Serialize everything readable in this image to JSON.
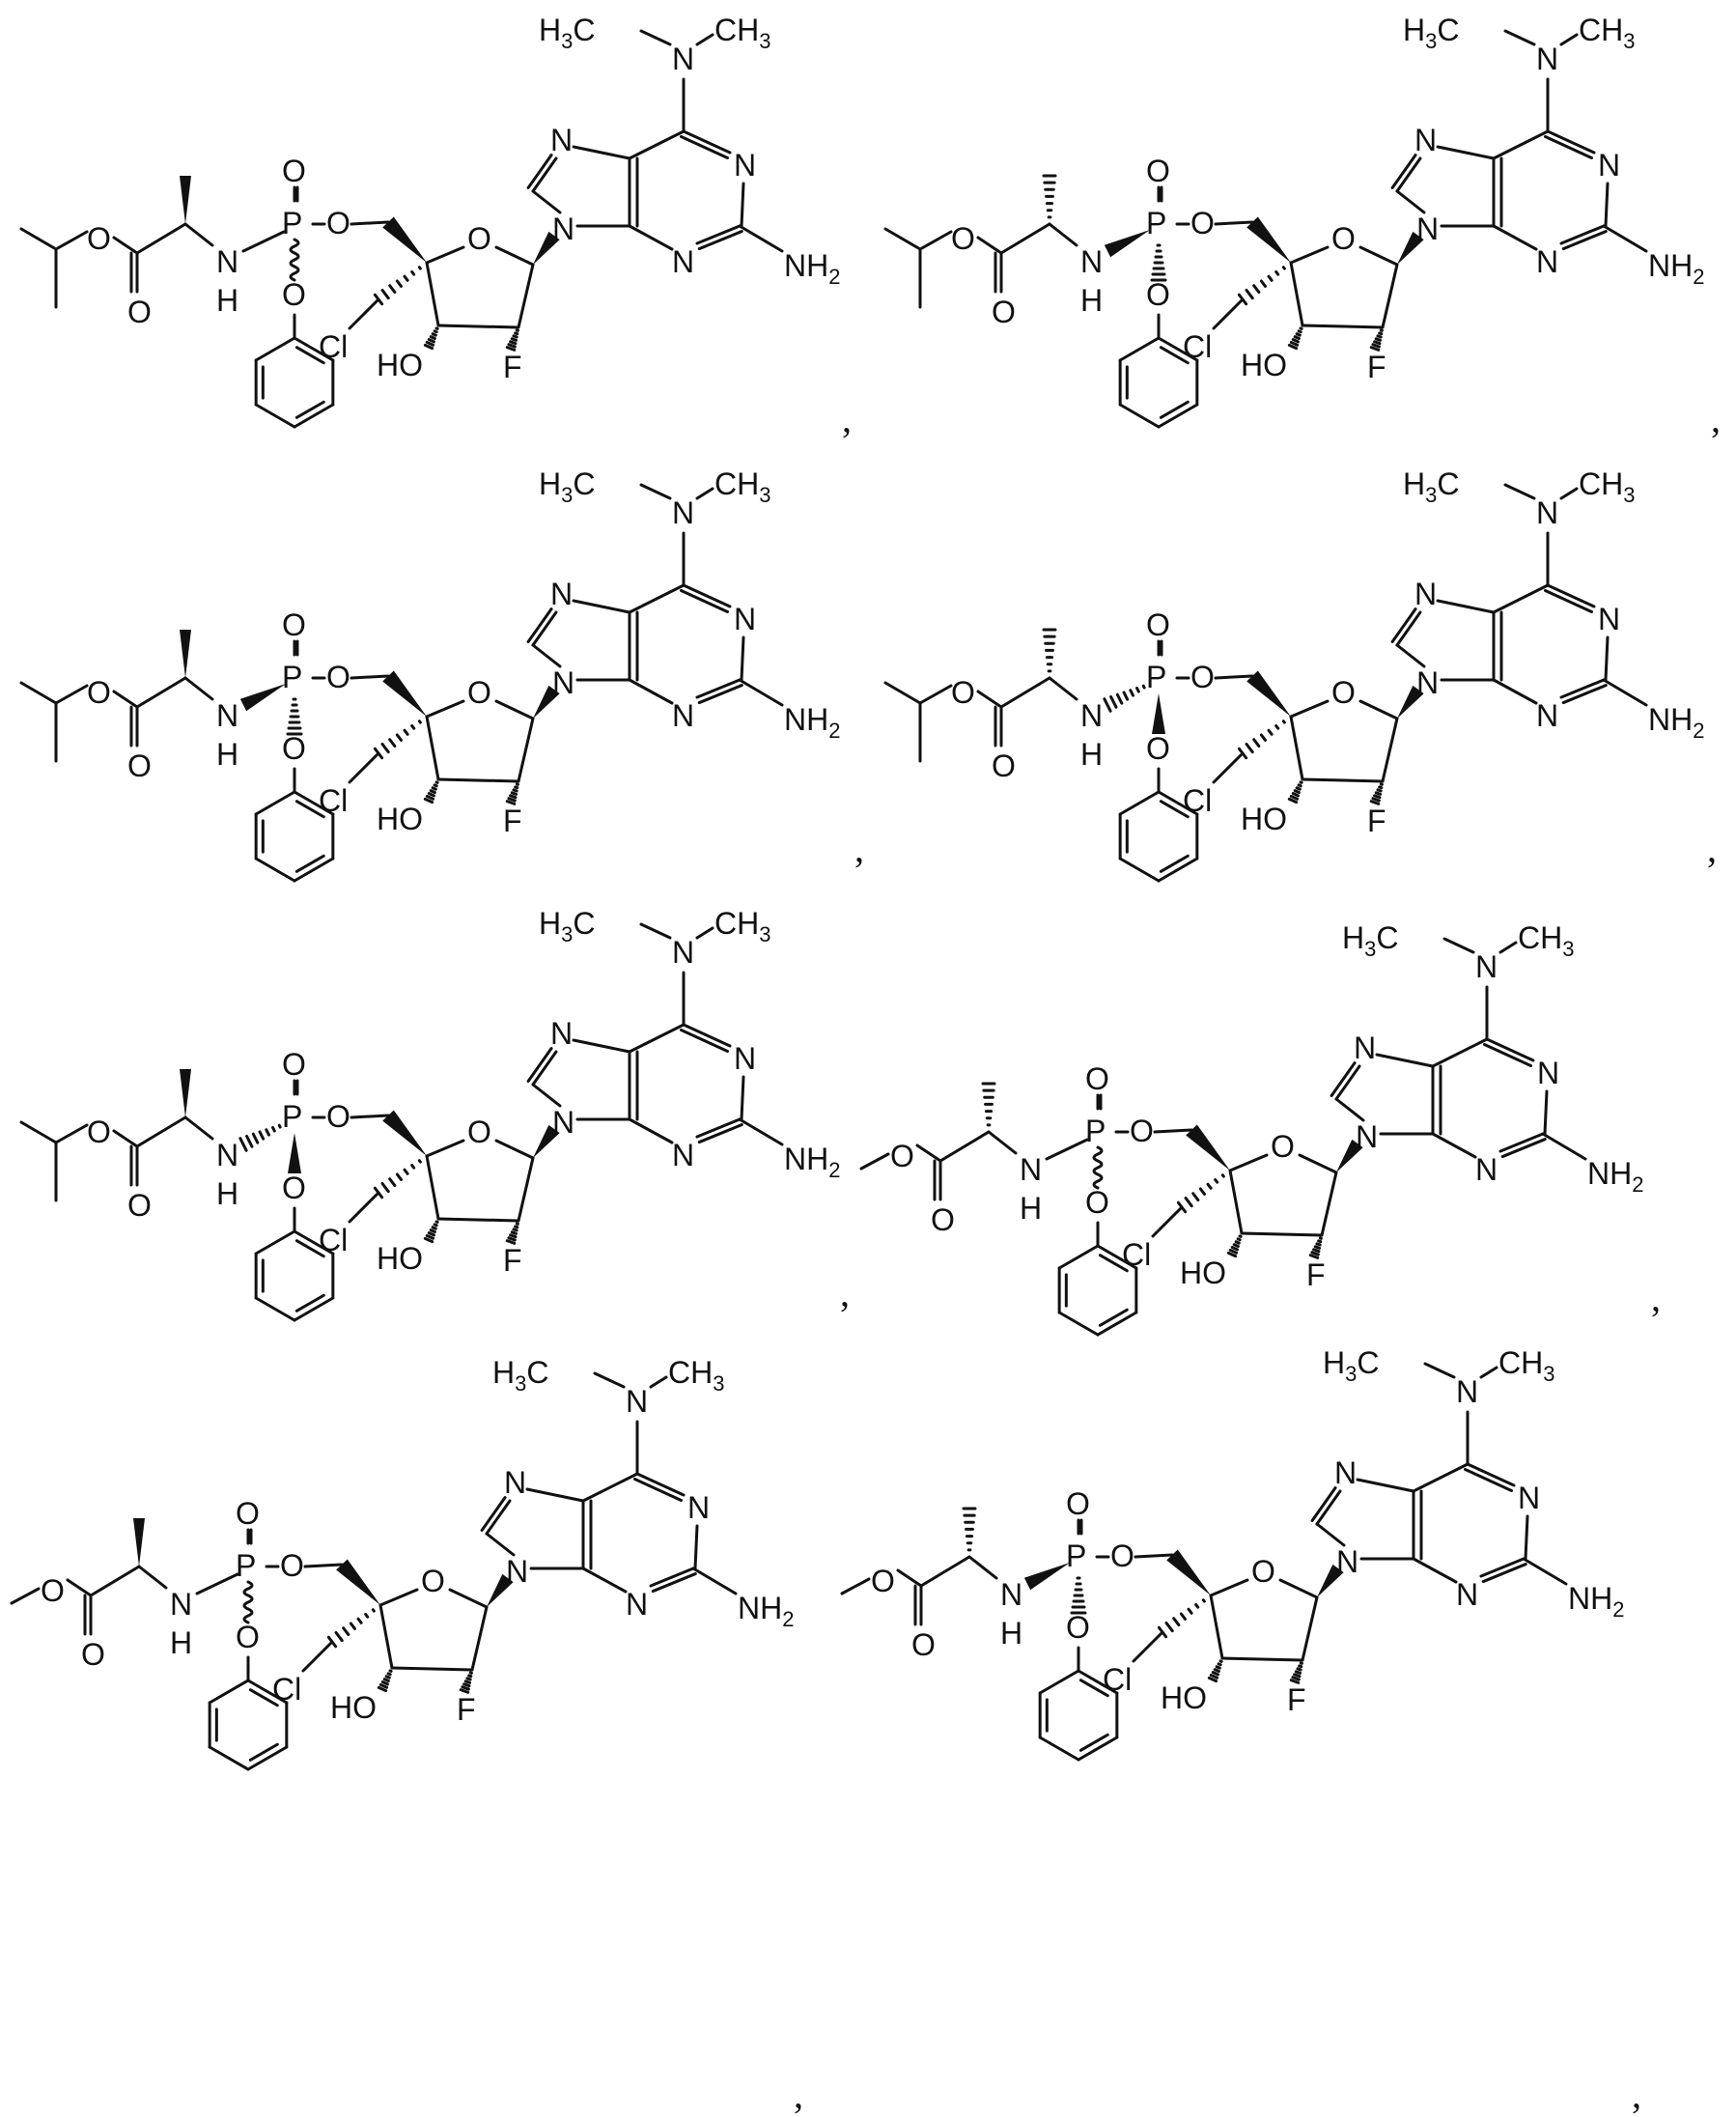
{
  "page": {
    "background": "#ffffff",
    "ink": "#111111"
  },
  "labels": {
    "nme2_left": "H",
    "nme2_left_sub": "3",
    "nme2_left_c": "C",
    "nme2_n": "N",
    "nme2_right": "CH",
    "nme2_right_sub": "3",
    "purine_n7": "N",
    "purine_n9": "N",
    "purine_n1": "N",
    "purine_n3": "N",
    "amino": "NH",
    "amino_sub": "2",
    "ring_o": "O",
    "p": "P",
    "p_oxo": "O",
    "p_o5": "O",
    "p_ophenyl": "O",
    "nh_n": "N",
    "nh_h": "H",
    "ester_o": "O",
    "carbonyl_o": "O",
    "cl": "Cl",
    "ho": "HO",
    "f": "F"
  },
  "structures": [
    {
      "id": 1,
      "ester": "isopropyl",
      "alpha_methyl": "wedge",
      "p_nh": "plain",
      "p_ophenyl": "wavy",
      "separator": ","
    },
    {
      "id": 2,
      "ester": "isopropyl",
      "alpha_methyl": "hash",
      "p_nh": "wedge",
      "p_ophenyl": "hash",
      "separator": ","
    },
    {
      "id": 3,
      "ester": "isopropyl",
      "alpha_methyl": "wedge",
      "p_nh": "wedge",
      "p_ophenyl": "hash",
      "separator": ","
    },
    {
      "id": 4,
      "ester": "isopropyl",
      "alpha_methyl": "hash",
      "p_nh": "hash",
      "p_ophenyl": "wedge",
      "separator": ","
    },
    {
      "id": 5,
      "ester": "isopropyl",
      "alpha_methyl": "wedge",
      "p_nh": "hash",
      "p_ophenyl": "wedge",
      "separator": ","
    },
    {
      "id": 6,
      "ester": "methyl",
      "alpha_methyl": "hash",
      "p_nh": "plain",
      "p_ophenyl": "wavy",
      "separator": ","
    },
    {
      "id": 7,
      "ester": "methyl",
      "alpha_methyl": "wedge",
      "p_nh": "plain",
      "p_ophenyl": "wavy",
      "separator": ","
    },
    {
      "id": 8,
      "ester": "methyl",
      "alpha_methyl": "hash",
      "p_nh": "wedge",
      "p_ophenyl": "hash",
      "separator": ","
    }
  ]
}
